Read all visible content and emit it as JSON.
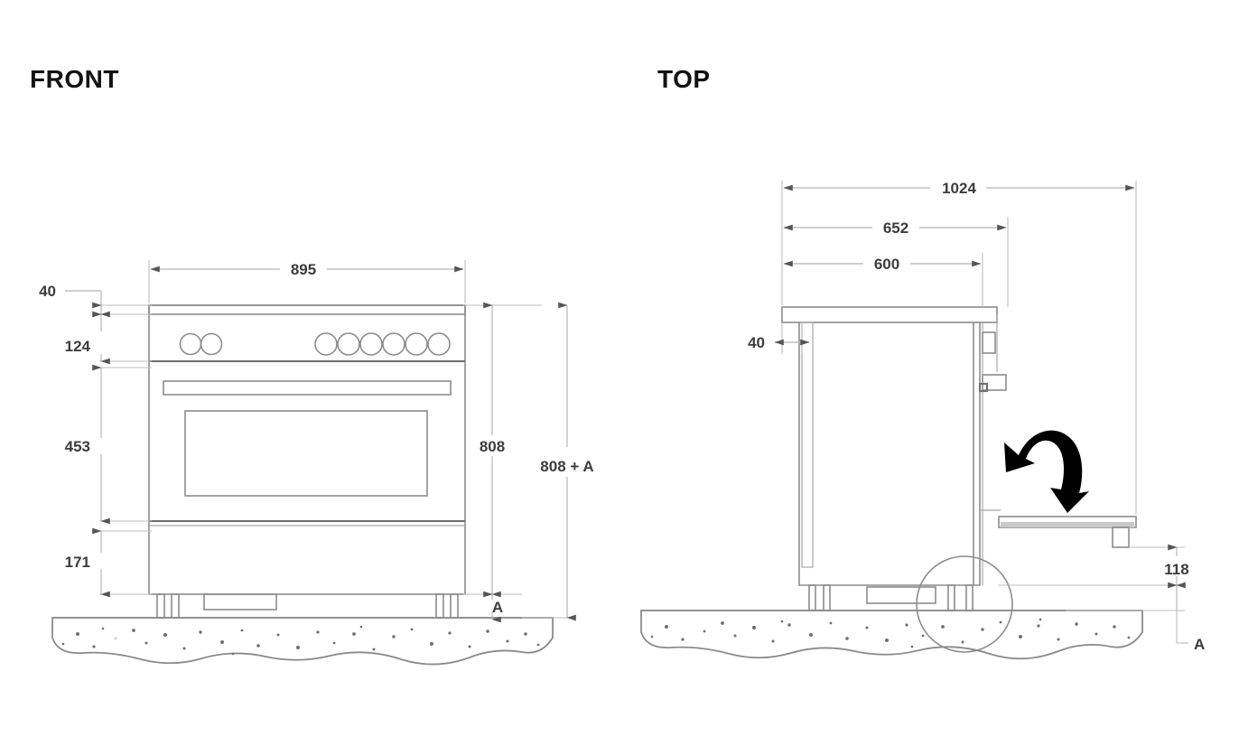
{
  "document": {
    "type": "technical-dimension-drawing",
    "subject": "freestanding range cooker",
    "units": "mm",
    "background_color": "#ffffff",
    "line_color": "#8c8c8c",
    "text_color": "#3c3c3c"
  },
  "views": [
    {
      "id": "front",
      "title": "FRONT"
    },
    {
      "id": "top",
      "title": "TOP"
    }
  ],
  "front_view": {
    "title": "FRONT",
    "dimensions": {
      "width_overall": "895",
      "offset_top": "40",
      "control_panel_height": "124",
      "oven_door_height": "453",
      "plinth_height": "171",
      "body_height": "808",
      "total_height": "808 + A",
      "adjustable_foot": "A"
    },
    "features": {
      "left_knob_count": 2,
      "right_knob_count": 6,
      "has_handle_bar": true,
      "has_oven_window": true,
      "has_plinth_recess": true,
      "leg_count": 4
    }
  },
  "top_view": {
    "title": "TOP",
    "dimensions": {
      "depth_with_door_open": "1024",
      "depth_to_handle": "652",
      "body_depth": "600",
      "worktop_overhang": "40",
      "door_open_height": "118",
      "adjustable_foot": "A"
    },
    "features": {
      "has_door_swing_arrow": true,
      "swing_arrow_label": "door-swing-arrow",
      "has_detail_circle": true,
      "has_open_door_panel": true,
      "has_hinges": true
    }
  },
  "labels": {
    "d_895": "895",
    "d_40_front": "40",
    "d_124": "124",
    "d_453": "453",
    "d_171": "171",
    "d_808": "808",
    "d_808A": "808 + A",
    "d_A_front": "A",
    "d_1024": "1024",
    "d_652": "652",
    "d_600": "600",
    "d_40_top": "40",
    "d_118": "118",
    "d_A_top": "A"
  }
}
